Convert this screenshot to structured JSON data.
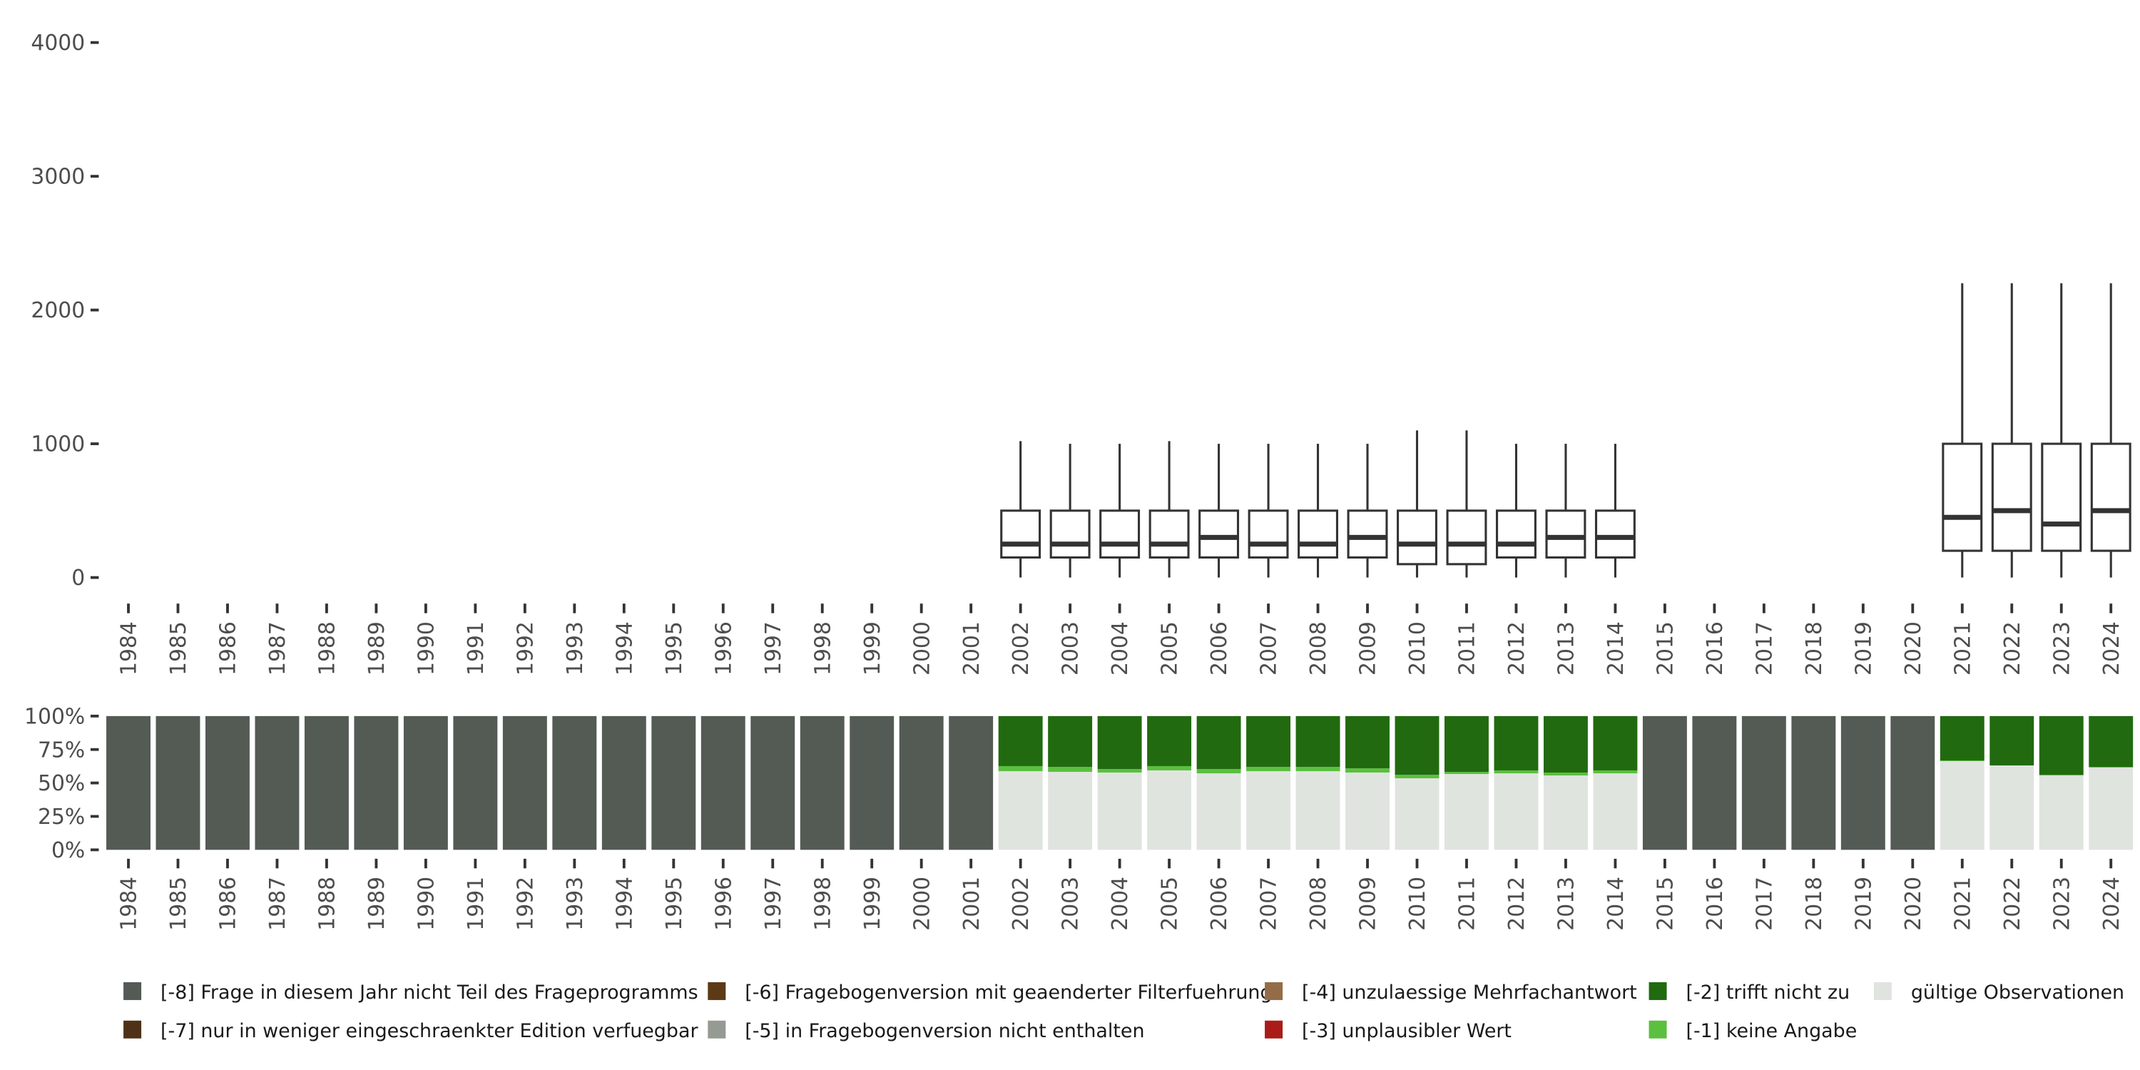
{
  "chart_data": [
    {
      "type": "boxplot",
      "title": "",
      "xlabel": "",
      "ylabel": "",
      "ylim": [
        0,
        4000
      ],
      "yticks": [
        "0",
        "1000",
        "2000",
        "3000",
        "4000"
      ],
      "ytick_values": [
        0,
        1000,
        2000,
        3000,
        4000
      ],
      "grid": false,
      "categories": [
        "1984",
        "1985",
        "1986",
        "1987",
        "1988",
        "1989",
        "1990",
        "1991",
        "1992",
        "1993",
        "1994",
        "1995",
        "1996",
        "1997",
        "1998",
        "1999",
        "2000",
        "2001",
        "2002",
        "2003",
        "2004",
        "2005",
        "2006",
        "2007",
        "2008",
        "2009",
        "2010",
        "2011",
        "2012",
        "2013",
        "2014",
        "2015",
        "2016",
        "2017",
        "2018",
        "2019",
        "2020",
        "2021",
        "2022",
        "2023",
        "2024"
      ],
      "boxes": [
        {
          "year": "2002",
          "min": 0,
          "q1": 150,
          "median": 250,
          "q3": 500,
          "max": 1020
        },
        {
          "year": "2003",
          "min": 0,
          "q1": 150,
          "median": 250,
          "q3": 500,
          "max": 1000
        },
        {
          "year": "2004",
          "min": 0,
          "q1": 150,
          "median": 250,
          "q3": 500,
          "max": 1000
        },
        {
          "year": "2005",
          "min": 0,
          "q1": 150,
          "median": 250,
          "q3": 500,
          "max": 1020
        },
        {
          "year": "2006",
          "min": 0,
          "q1": 150,
          "median": 300,
          "q3": 500,
          "max": 1000
        },
        {
          "year": "2007",
          "min": 0,
          "q1": 150,
          "median": 250,
          "q3": 500,
          "max": 1000
        },
        {
          "year": "2008",
          "min": 0,
          "q1": 150,
          "median": 250,
          "q3": 500,
          "max": 1000
        },
        {
          "year": "2009",
          "min": 0,
          "q1": 150,
          "median": 300,
          "q3": 500,
          "max": 1000
        },
        {
          "year": "2010",
          "min": 0,
          "q1": 100,
          "median": 250,
          "q3": 500,
          "max": 1100
        },
        {
          "year": "2011",
          "min": 0,
          "q1": 100,
          "median": 250,
          "q3": 500,
          "max": 1100
        },
        {
          "year": "2012",
          "min": 0,
          "q1": 150,
          "median": 250,
          "q3": 500,
          "max": 1000
        },
        {
          "year": "2013",
          "min": 0,
          "q1": 150,
          "median": 300,
          "q3": 500,
          "max": 1000
        },
        {
          "year": "2014",
          "min": 0,
          "q1": 150,
          "median": 300,
          "q3": 500,
          "max": 1000
        },
        {
          "year": "2021",
          "min": 0,
          "q1": 200,
          "median": 450,
          "q3": 1000,
          "max": 2200
        },
        {
          "year": "2022",
          "min": 0,
          "q1": 200,
          "median": 500,
          "q3": 1000,
          "max": 2200
        },
        {
          "year": "2023",
          "min": 0,
          "q1": 200,
          "median": 400,
          "q3": 1000,
          "max": 2200
        },
        {
          "year": "2024",
          "min": 0,
          "q1": 200,
          "median": 500,
          "q3": 1000,
          "max": 2200
        }
      ]
    },
    {
      "type": "stacked-bar",
      "title": "",
      "xlabel": "",
      "ylabel": "",
      "ylim": [
        0,
        1
      ],
      "yticks": [
        "0%",
        "25%",
        "50%",
        "75%",
        "100%"
      ],
      "ytick_values": [
        0,
        0.25,
        0.5,
        0.75,
        1
      ],
      "legend_position": "bottom",
      "categories": [
        "1984",
        "1985",
        "1986",
        "1987",
        "1988",
        "1989",
        "1990",
        "1991",
        "1992",
        "1993",
        "1994",
        "1995",
        "1996",
        "1997",
        "1998",
        "1999",
        "2000",
        "2001",
        "2002",
        "2003",
        "2004",
        "2005",
        "2006",
        "2007",
        "2008",
        "2009",
        "2010",
        "2011",
        "2012",
        "2013",
        "2014",
        "2015",
        "2016",
        "2017",
        "2018",
        "2019",
        "2020",
        "2021",
        "2022",
        "2023",
        "2024"
      ],
      "series": [
        {
          "name": "gültige Observationen",
          "color": "#e0e4df",
          "values": [
            0,
            0,
            0,
            0,
            0,
            0,
            0,
            0,
            0,
            0,
            0,
            0,
            0,
            0,
            0,
            0,
            0,
            0,
            0.588,
            0.583,
            0.578,
            0.594,
            0.572,
            0.588,
            0.588,
            0.578,
            0.535,
            0.567,
            0.572,
            0.556,
            0.572,
            0,
            0,
            0,
            0,
            0,
            0,
            0.663,
            0.631,
            0.556,
            0.615
          ]
        },
        {
          "name": "[-1] keine Angabe",
          "color": "#5bbf3f",
          "values": [
            0,
            0,
            0,
            0,
            0,
            0,
            0,
            0,
            0,
            0,
            0,
            0,
            0,
            0,
            0,
            0,
            0,
            0,
            0.038,
            0.037,
            0.026,
            0.032,
            0.032,
            0.032,
            0.032,
            0.032,
            0.026,
            0.016,
            0.022,
            0.022,
            0.022,
            0,
            0,
            0,
            0,
            0,
            0,
            0.005,
            0,
            0.005,
            0.005
          ]
        },
        {
          "name": "[-2] trifft nicht zu",
          "color": "#216a0f",
          "values": [
            0,
            0,
            0,
            0,
            0,
            0,
            0,
            0,
            0,
            0,
            0,
            0,
            0,
            0,
            0,
            0,
            0,
            0,
            0.374,
            0.38,
            0.396,
            0.374,
            0.396,
            0.38,
            0.38,
            0.39,
            0.439,
            0.417,
            0.406,
            0.422,
            0.406,
            0,
            0,
            0,
            0,
            0,
            0,
            0.332,
            0.369,
            0.439,
            0.38
          ]
        },
        {
          "name": "[-8] Frage in diesem Jahr nicht Teil des Frageprogramms",
          "color": "#545a54",
          "values": [
            1,
            1,
            1,
            1,
            1,
            1,
            1,
            1,
            1,
            1,
            1,
            1,
            1,
            1,
            1,
            1,
            1,
            1,
            0,
            0,
            0,
            0,
            0,
            0,
            0,
            0,
            0,
            0,
            0,
            0,
            0,
            1,
            1,
            1,
            1,
            1,
            1,
            0,
            0,
            0,
            0
          ]
        }
      ]
    }
  ],
  "legend": [
    {
      "label": "[-8] Frage in diesem Jahr nicht Teil des Frageprogramms",
      "color": "#545a54"
    },
    {
      "label": "[-7] nur in weniger eingeschraenkter Edition verfuegbar",
      "color": "#4e3218"
    },
    {
      "label": "[-6] Fragebogenversion mit geaenderter Filterfuehrung",
      "color": "#5c3a16"
    },
    {
      "label": "[-5] in Fragebogenversion nicht enthalten",
      "color": "#959a92"
    },
    {
      "label": "[-4] unzulaessige Mehrfachantwort",
      "color": "#946c48"
    },
    {
      "label": "[-3] unplausibler Wert",
      "color": "#a91c17"
    },
    {
      "label": "[-2] trifft nicht zu",
      "color": "#216a0f"
    },
    {
      "label": "[-1] keine Angabe",
      "color": "#5bbf3f"
    },
    {
      "label": "gültige Observationen",
      "color": "#e0e4df"
    }
  ]
}
